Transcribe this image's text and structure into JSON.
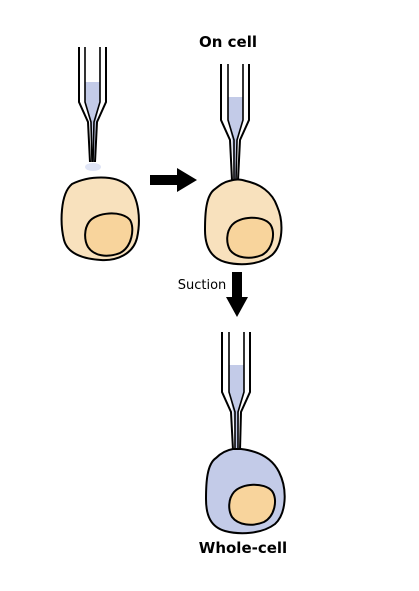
{
  "labels": {
    "on_cell": "On cell",
    "suction": "Suction",
    "whole_cell": "Whole-cell"
  },
  "colors": {
    "cell_fill": "#f8e1bd",
    "nucleus_fill": "#f8d49c",
    "pipette_solution": "#c3cbe8",
    "whole_cell_fill": "#c3cbe8",
    "stroke": "#000000"
  },
  "icons": {
    "arrow_right": "arrow-right-icon",
    "arrow_down": "arrow-down-icon"
  }
}
